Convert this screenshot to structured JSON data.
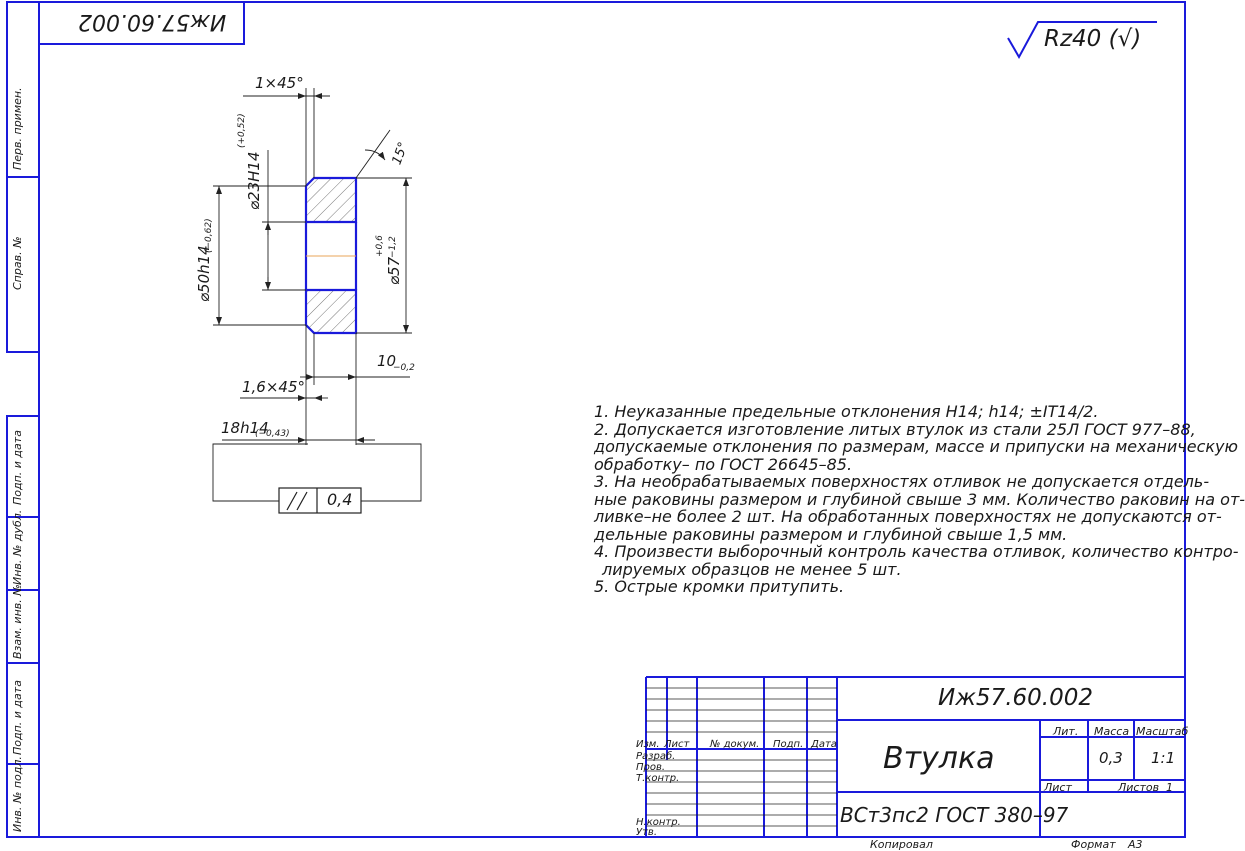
{
  "top_stamp": "Иж57.60.002",
  "roughness": "Rz40 (√)",
  "side_labels": {
    "perv_primen": "Перв. примен.",
    "sprav_no": "Справ. №",
    "podp_data_1": "Подп. и дата",
    "inv_dubl": "Инв. № дубл.",
    "vzam_inv": "Взам. инв. №",
    "podp_data_2": "Подп. и дата",
    "inv_podl": "Инв. № подл."
  },
  "dimensions": {
    "chamfer_top": "1×45°",
    "bore_main": "⌀23H14",
    "bore_tol": "(+0,52)",
    "outer_main": "⌀50h14",
    "outer_tol": "(−0,62)",
    "flange_main": "⌀57",
    "flange_upper": "+0,6",
    "flange_lower": "−1,2",
    "angle": "15°",
    "length_main": "10",
    "length_tol": "−0,2",
    "chamfer_bottom": "1,6×45°",
    "width_main": "18h14",
    "width_tol": "(−0,43)",
    "parallelism_tolerance": "0,4"
  },
  "notes": [
    "1. Неуказанные предельные отклонения H14; h14; ±IT14/2.",
    "2. Допускается изготовление литых втулок из стали 25Л ГОСТ 977–88,",
    "допускаемые отклонения по размерам, массе и припуски на механическую",
    "обработку– по ГОСТ 26645–85.",
    "3. На необрабатываемых поверхностях отливок не допускается отдель-",
    "ные раковины размером и глубиной свыше 3 мм. Количество раковин на от-",
    "ливке–не более 2 шт. На обработанных поверхностях не допускаются от-",
    "дельные раковины размером и глубиной свыше 1,5 мм.",
    "4. Произвести выборочный контроль качества отливок, количество контро-",
    "лируемых образцов не менее 5 шт.",
    "5. Острые кромки притупить."
  ],
  "title_block": {
    "designation": "Иж57.60.002",
    "part_name": "Втулка",
    "material": "ВСт3пс2 ГОСТ 380–97",
    "col_izm": "Изм.",
    "col_list": "Лист",
    "col_doc": "№ докум.",
    "col_podp": "Подп.",
    "col_data": "Дата",
    "row_razrab": "Разраб.",
    "row_prov": "Пров.",
    "row_tkontr": "Т.контр.",
    "row_nkontr": "Н.контр.",
    "row_utv": "Утв.",
    "lit_label": "Лит.",
    "mass_label": "Масса",
    "scale_label": "Масштаб",
    "mass_value": "0,3",
    "scale_value": "1:1",
    "sheet_label": "Лист",
    "sheets_label": "Листов",
    "sheets_value": "1"
  },
  "footer": {
    "copied": "Копировал",
    "format_label": "Формат",
    "format_value": "A3"
  }
}
